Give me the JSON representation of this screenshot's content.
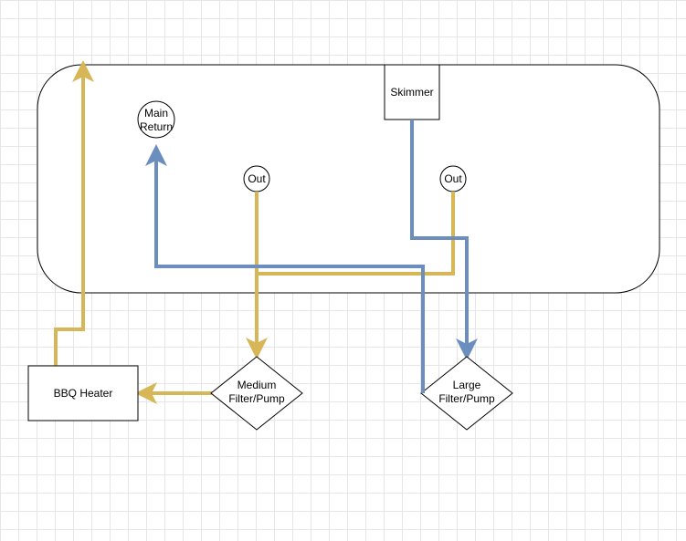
{
  "diagram": {
    "nodes": {
      "skimmer": "Skimmer",
      "main_return_line1": "Main",
      "main_return_line2": "Return",
      "out_left": "Out",
      "out_right": "Out",
      "bbq_heater": "BBQ Heater",
      "medium_pump_line1": "Medium",
      "medium_pump_line2": "Filter/Pump",
      "large_pump_line1": "Large",
      "large_pump_line2": "Filter/Pump"
    },
    "colors": {
      "yellow_pipe": "#d6b656",
      "blue_pipe": "#6c8ebf",
      "outline": "#000000"
    }
  }
}
